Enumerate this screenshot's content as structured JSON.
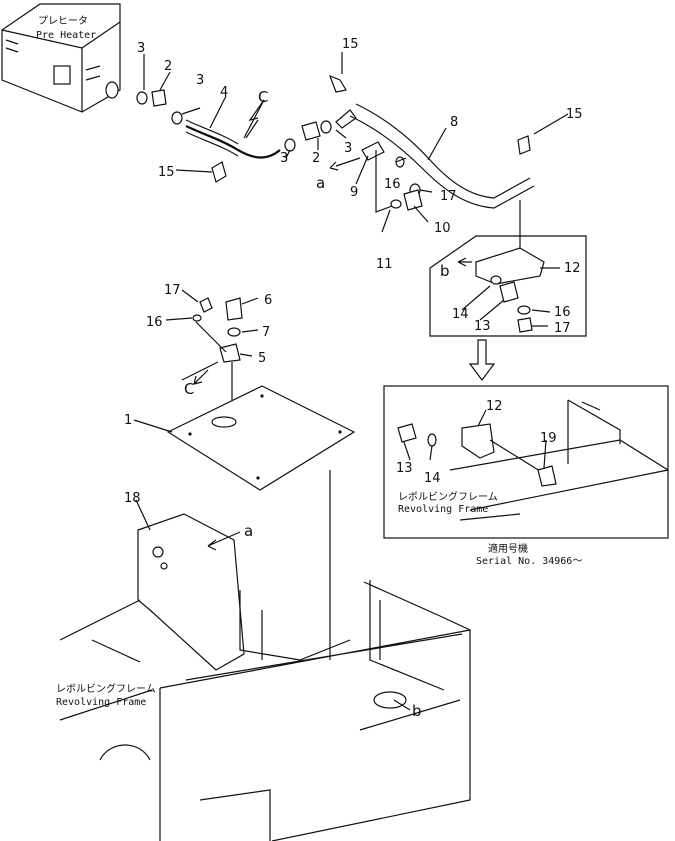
{
  "heater": {
    "label_jp": "プレヒータ",
    "label_en": "Pre Heater"
  },
  "callouts": {
    "n1": "1",
    "n2a": "2",
    "n2b": "2",
    "n3a": "3",
    "n3b": "3",
    "n3c": "3",
    "n3d": "3",
    "n4": "4",
    "n5": "5",
    "n6": "6",
    "n7": "7",
    "n8": "8",
    "n9": "9",
    "n10": "10",
    "n11": "11",
    "n12a": "12",
    "n12b": "12",
    "n13a": "13",
    "n13b": "13",
    "n14a": "14",
    "n14b": "14",
    "n15a": "15",
    "n15b": "15",
    "n15c": "15",
    "n16a": "16",
    "n16b": "16",
    "n16c": "16",
    "n17a": "17",
    "n17b": "17",
    "n17c": "17",
    "n18": "18",
    "n19": "19"
  },
  "view_refs": {
    "c_top": "C",
    "c_lower": "C",
    "a_top": "a",
    "a_lower": "a",
    "b_detail": "b",
    "b_lower": "b"
  },
  "frame_labels": {
    "detail_jp": "レボルビングフレーム",
    "detail_en": "Revolving Frame",
    "main_jp": "レボルビングフレーム",
    "main_en": "Revolving Frame"
  },
  "serial": {
    "jp": "適用号機",
    "en": "Serial No. 34966～"
  }
}
